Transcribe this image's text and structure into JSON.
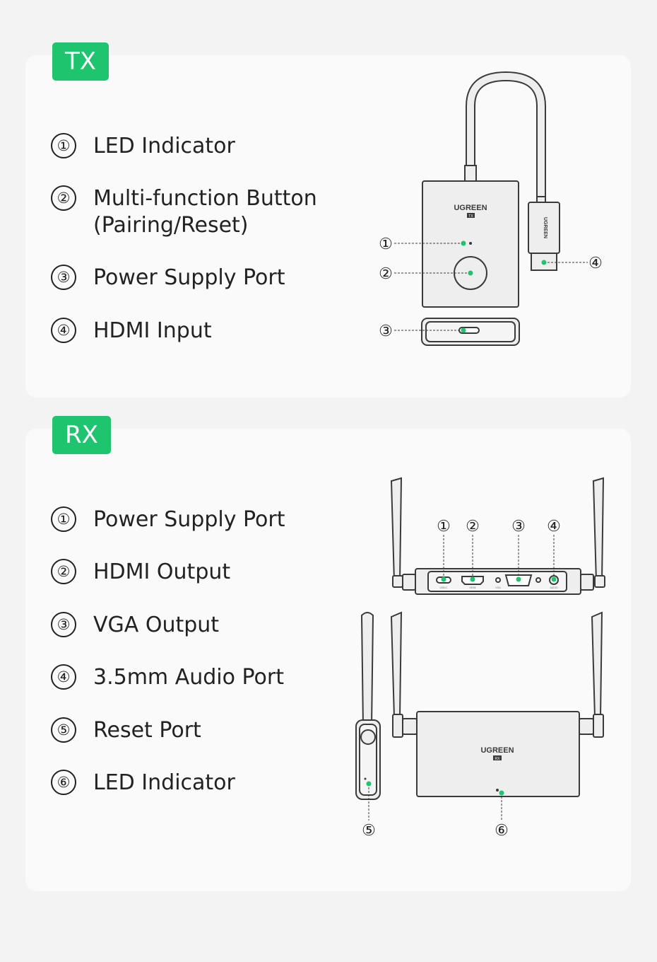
{
  "tx": {
    "tag": "TX",
    "features": [
      {
        "n": "①",
        "label": "LED Indicator"
      },
      {
        "n": "②",
        "label": "Multi-function Button",
        "label2": "(Pairing/Reset)"
      },
      {
        "n": "③",
        "label": "Power Supply Port"
      },
      {
        "n": "④",
        "label": "HDMI Input"
      }
    ],
    "device": {
      "brand": "UGREEN",
      "badge": "TX",
      "plug_brand": "UGREEN"
    },
    "callouts": [
      "①",
      "②",
      "③",
      "④"
    ]
  },
  "rx": {
    "tag": "RX",
    "features": [
      {
        "n": "①",
        "label": "Power Supply Port"
      },
      {
        "n": "②",
        "label": "HDMI Output"
      },
      {
        "n": "③",
        "label": "VGA Output"
      },
      {
        "n": "④",
        "label": "3.5mm Audio Port"
      },
      {
        "n": "⑤",
        "label": "Reset Port"
      },
      {
        "n": "⑥",
        "label": "LED Indicator"
      }
    ],
    "device": {
      "brand": "UGREEN",
      "badge": "RX"
    },
    "port_labels": [
      "USB-C",
      "HDMI",
      "VGA",
      "AUDIO"
    ],
    "callouts": [
      "①",
      "②",
      "③",
      "④",
      "⑤",
      "⑥"
    ]
  },
  "colors": {
    "accent": "#1fc46e",
    "line": "#3a3a3a",
    "fill": "#eeeeee"
  }
}
